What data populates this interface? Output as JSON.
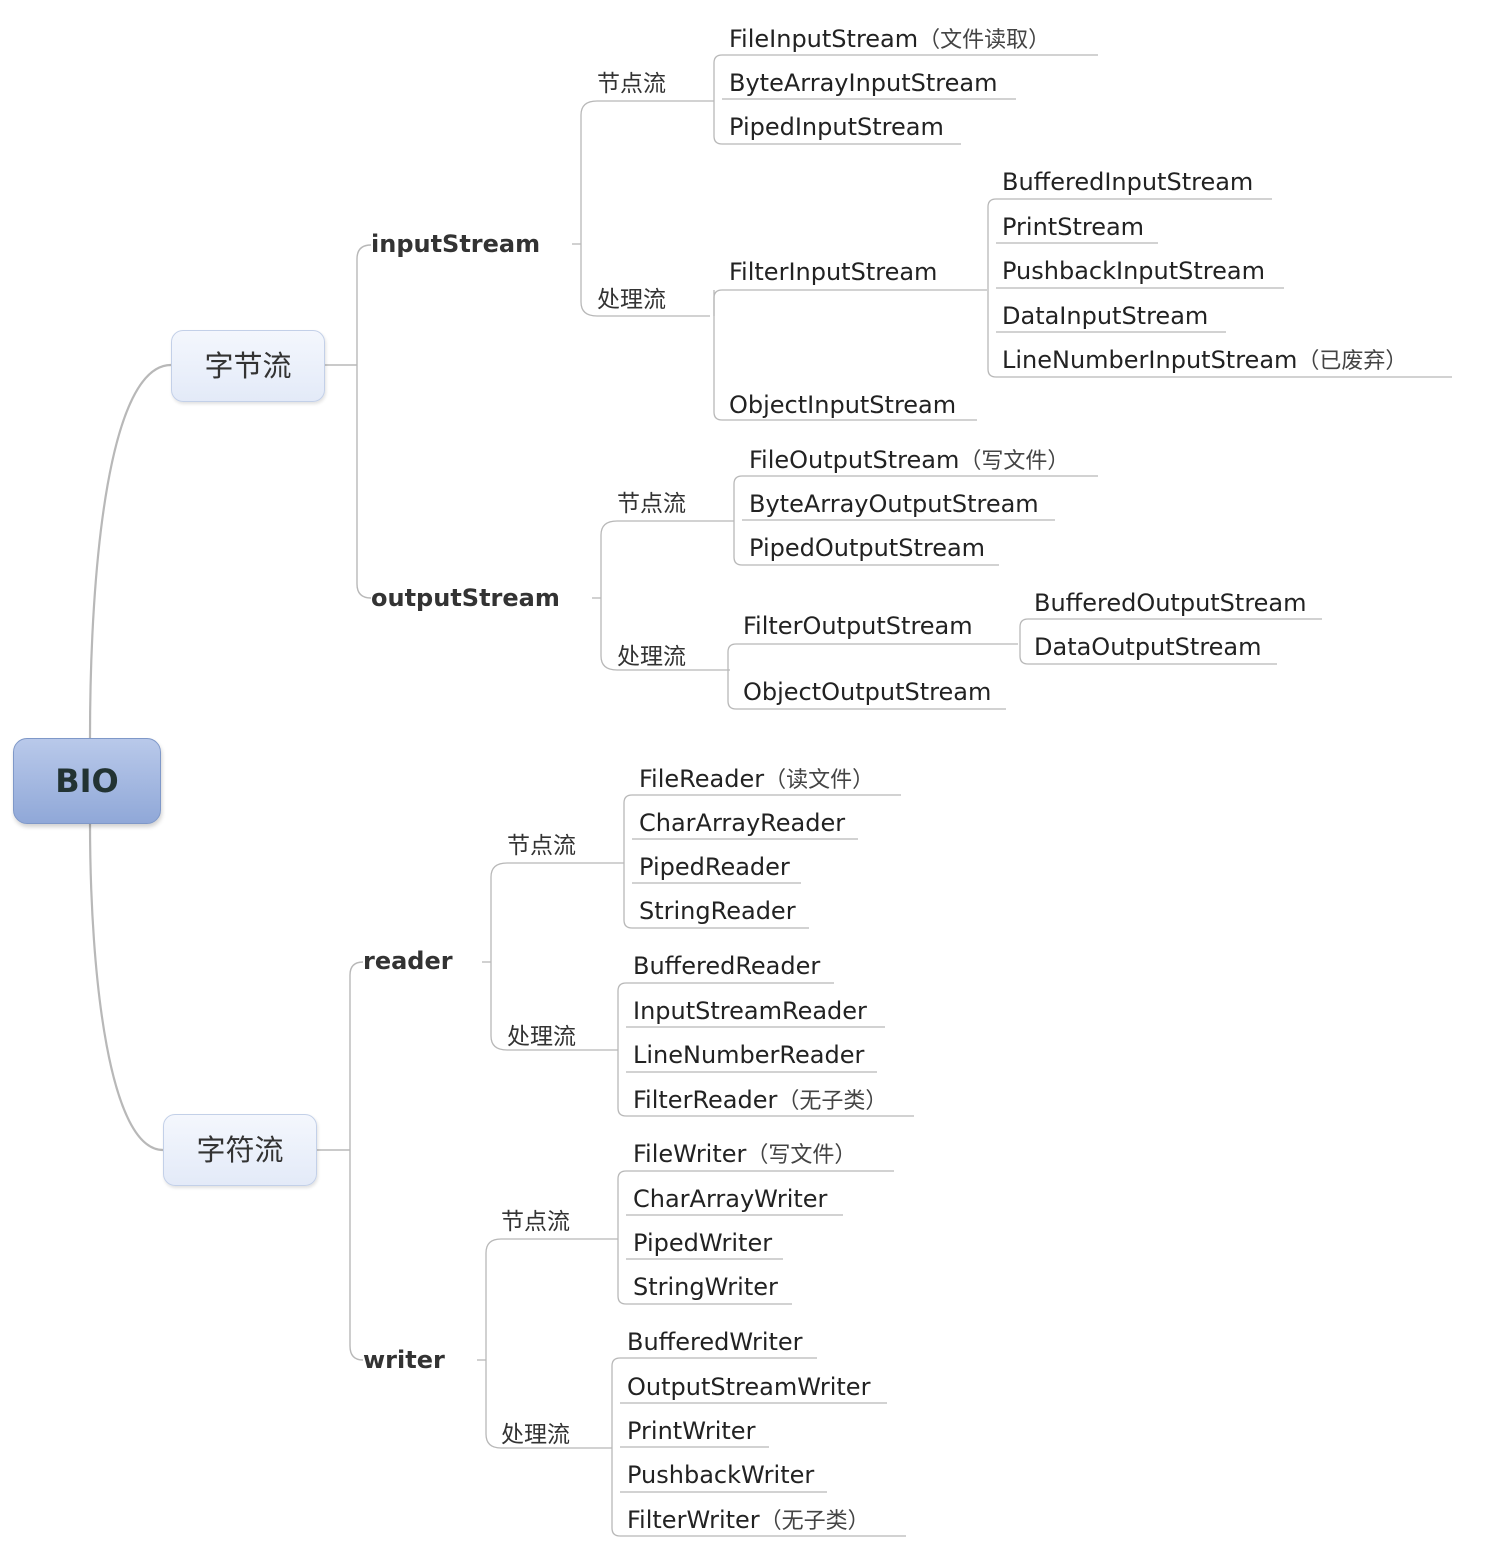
{
  "root": "BIO",
  "byte": {
    "label": "字节流",
    "input": {
      "label": "inputStream",
      "node_label": "节点流",
      "node_items": [
        {
          "name": "FileInputStream",
          "note": "（文件读取）"
        },
        {
          "name": "ByteArrayInputStream",
          "note": ""
        },
        {
          "name": "PipedInputStream",
          "note": ""
        }
      ],
      "proc_label": "处理流",
      "filter": "FilterInputStream",
      "filter_items": [
        {
          "name": "BufferedInputStream",
          "note": ""
        },
        {
          "name": "PrintStream",
          "note": ""
        },
        {
          "name": "PushbackInputStream",
          "note": ""
        },
        {
          "name": "DataInputStream",
          "note": ""
        },
        {
          "name": "LineNumberInputStream",
          "note": "（已废弃）"
        }
      ],
      "object": "ObjectInputStream"
    },
    "output": {
      "label": "outputStream",
      "node_label": "节点流",
      "node_items": [
        {
          "name": "FileOutputStream",
          "note": "（写文件）"
        },
        {
          "name": "ByteArrayOutputStream",
          "note": ""
        },
        {
          "name": "PipedOutputStream",
          "note": ""
        }
      ],
      "proc_label": "处理流",
      "filter": "FilterOutputStream",
      "filter_items": [
        {
          "name": "BufferedOutputStream",
          "note": ""
        },
        {
          "name": "DataOutputStream",
          "note": ""
        }
      ],
      "object": "ObjectOutputStream"
    }
  },
  "char": {
    "label": "字符流",
    "reader": {
      "label": "reader",
      "node_label": "节点流",
      "node_items": [
        {
          "name": "FileReader",
          "note": "（读文件）"
        },
        {
          "name": "CharArrayReader",
          "note": ""
        },
        {
          "name": "PipedReader",
          "note": ""
        },
        {
          "name": "StringReader",
          "note": ""
        }
      ],
      "proc_label": "处理流",
      "proc_items": [
        {
          "name": "BufferedReader",
          "note": ""
        },
        {
          "name": "InputStreamReader",
          "note": ""
        },
        {
          "name": "LineNumberReader",
          "note": ""
        },
        {
          "name": "FilterReader",
          "note": "（无子类）"
        }
      ]
    },
    "writer": {
      "label": "writer",
      "node_label": "节点流",
      "node_items": [
        {
          "name": "FileWriter",
          "note": "（写文件）"
        },
        {
          "name": "CharArrayWriter",
          "note": ""
        },
        {
          "name": "PipedWriter",
          "note": ""
        },
        {
          "name": "StringWriter",
          "note": ""
        }
      ],
      "proc_label": "处理流",
      "proc_items": [
        {
          "name": "BufferedWriter",
          "note": ""
        },
        {
          "name": "OutputStreamWriter",
          "note": ""
        },
        {
          "name": "PrintWriter",
          "note": ""
        },
        {
          "name": "PushbackWriter",
          "note": ""
        },
        {
          "name": "FilterWriter",
          "note": "（无子类）"
        }
      ]
    }
  },
  "colors": {
    "line": "#b8b8b8",
    "root_fill": "#9fb4e0",
    "mid_fill": "#e8eef9"
  }
}
